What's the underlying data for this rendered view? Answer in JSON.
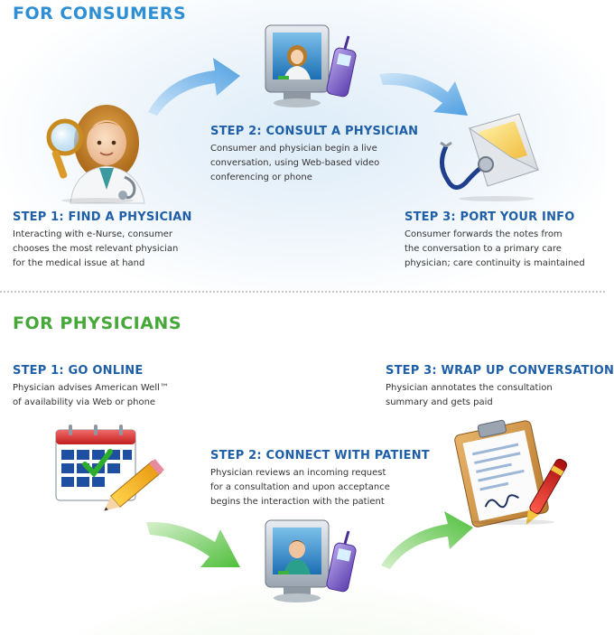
{
  "consumers": {
    "heading": "FOR CONSUMERS",
    "steps": [
      {
        "title": "STEP 1: FIND A PHYSICIAN",
        "desc": "Interacting with e-Nurse, consumer\nchooses the most relevant physician\nfor the medical issue at hand"
      },
      {
        "title": "STEP 2: CONSULT A PHYSICIAN",
        "desc": "Consumer and physician begin a live\nconversation, using Web-based video\nconferencing or phone"
      },
      {
        "title": "STEP 3: PORT YOUR INFO",
        "desc": "Consumer forwards the notes from\nthe conversation to a primary care\nphysician; care continuity is maintained"
      }
    ]
  },
  "physicians": {
    "heading": "FOR PHYSICIANS",
    "steps": [
      {
        "title": "STEP 1: GO ONLINE",
        "desc": "Physician advises American Well™\nof availability via Web or phone"
      },
      {
        "title": "STEP 2: CONNECT WITH PATIENT",
        "desc": "Physician reviews an incoming request\nfor a consultation and upon acceptance\nbegins the interaction with the patient"
      },
      {
        "title": "STEP 3: WRAP UP CONVERSATION",
        "desc": "Physician annotates the consultation\nsummary and gets paid"
      }
    ]
  },
  "colors": {
    "consumer_heading": "#2e8fd4",
    "physician_heading": "#47a83a",
    "step_title": "#1f5fa8",
    "blue_arrow": "#5aa8e6",
    "green_arrow": "#5cc24a"
  }
}
